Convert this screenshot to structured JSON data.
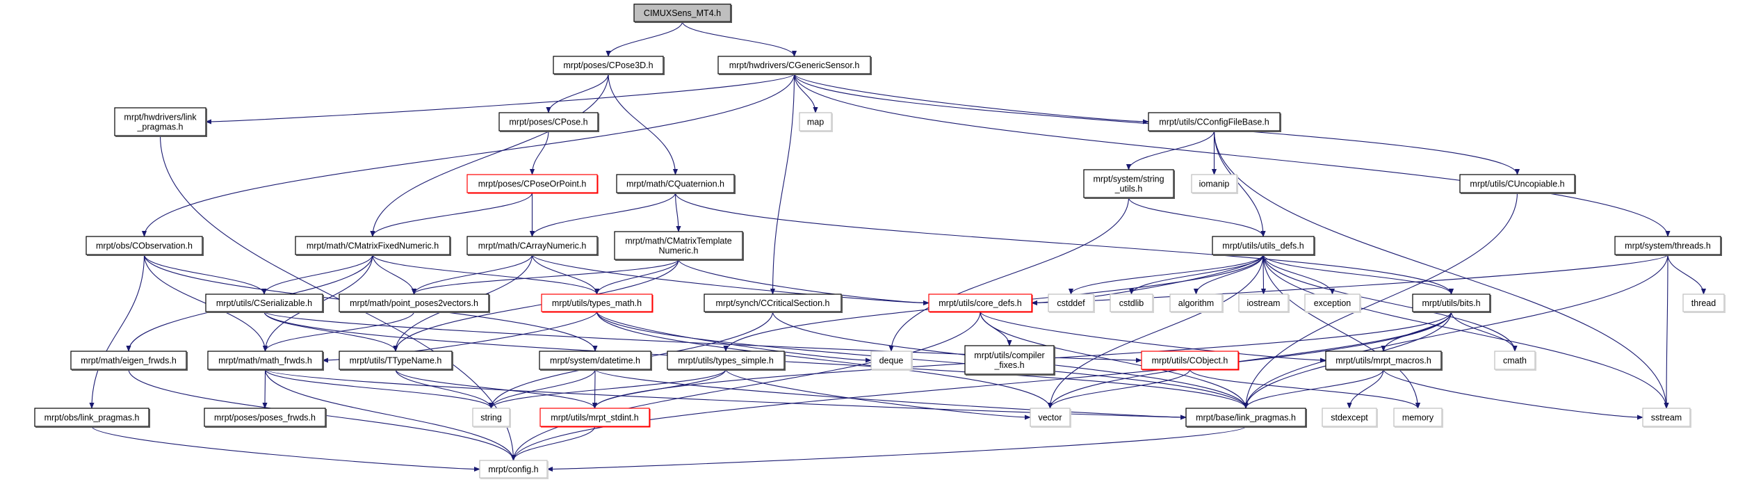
{
  "title": "CIMUXSens_MT4.h",
  "edge_color": "#191970",
  "nodes": [
    {
      "id": "root",
      "lines": [
        "CIMUXSens_MT4.h"
      ],
      "style": "root"
    },
    {
      "id": "cpose3d",
      "lines": [
        "mrpt/poses/CPose3D.h"
      ],
      "style": "normal"
    },
    {
      "id": "cgenericsensor",
      "lines": [
        "mrpt/hwdrivers/CGenericSensor.h"
      ],
      "style": "normal"
    },
    {
      "id": "hw_link_pragmas",
      "lines": [
        "mrpt/hwdrivers/link",
        "_pragmas.h"
      ],
      "style": "normal"
    },
    {
      "id": "cpose",
      "lines": [
        "mrpt/poses/CPose.h"
      ],
      "style": "normal"
    },
    {
      "id": "map",
      "lines": [
        "map"
      ],
      "style": "gray"
    },
    {
      "id": "cconfigfilebase",
      "lines": [
        "mrpt/utils/CConfigFileBase.h"
      ],
      "style": "normal"
    },
    {
      "id": "cposeorpoint",
      "lines": [
        "mrpt/poses/CPoseOrPoint.h"
      ],
      "style": "red"
    },
    {
      "id": "cquaternion",
      "lines": [
        "mrpt/math/CQuaternion.h"
      ],
      "style": "normal"
    },
    {
      "id": "string_utils",
      "lines": [
        "mrpt/system/string",
        "_utils.h"
      ],
      "style": "normal"
    },
    {
      "id": "iomanip",
      "lines": [
        "iomanip"
      ],
      "style": "gray"
    },
    {
      "id": "cuncopiable",
      "lines": [
        "mrpt/utils/CUncopiable.h"
      ],
      "style": "normal"
    },
    {
      "id": "cobservation",
      "lines": [
        "mrpt/obs/CObservation.h"
      ],
      "style": "normal"
    },
    {
      "id": "cmatrixfixednumeric",
      "lines": [
        "mrpt/math/CMatrixFixedNumeric.h"
      ],
      "style": "normal"
    },
    {
      "id": "carraynumeric",
      "lines": [
        "mrpt/math/CArrayNumeric.h"
      ],
      "style": "normal"
    },
    {
      "id": "cmatrixtemplatenumeric",
      "lines": [
        "mrpt/math/CMatrixTemplate",
        "Numeric.h"
      ],
      "style": "normal"
    },
    {
      "id": "utils_defs",
      "lines": [
        "mrpt/utils/utils_defs.h"
      ],
      "style": "normal"
    },
    {
      "id": "threads",
      "lines": [
        "mrpt/system/threads.h"
      ],
      "style": "normal"
    },
    {
      "id": "cserializable",
      "lines": [
        "mrpt/utils/CSerializable.h"
      ],
      "style": "normal"
    },
    {
      "id": "point_poses2vectors",
      "lines": [
        "mrpt/math/point_poses2vectors.h"
      ],
      "style": "normal"
    },
    {
      "id": "types_math",
      "lines": [
        "mrpt/utils/types_math.h"
      ],
      "style": "red"
    },
    {
      "id": "ccriticalsection",
      "lines": [
        "mrpt/synch/CCriticalSection.h"
      ],
      "style": "normal"
    },
    {
      "id": "core_defs",
      "lines": [
        "mrpt/utils/core_defs.h"
      ],
      "style": "red"
    },
    {
      "id": "cstddef",
      "lines": [
        "cstddef"
      ],
      "style": "gray"
    },
    {
      "id": "cstdlib",
      "lines": [
        "cstdlib"
      ],
      "style": "gray"
    },
    {
      "id": "algorithm",
      "lines": [
        "algorithm"
      ],
      "style": "gray"
    },
    {
      "id": "iostream",
      "lines": [
        "iostream"
      ],
      "style": "gray"
    },
    {
      "id": "exception",
      "lines": [
        "exception"
      ],
      "style": "gray"
    },
    {
      "id": "bits",
      "lines": [
        "mrpt/utils/bits.h"
      ],
      "style": "normal"
    },
    {
      "id": "thread",
      "lines": [
        "thread"
      ],
      "style": "gray"
    },
    {
      "id": "eigen_frwds",
      "lines": [
        "mrpt/math/eigen_frwds.h"
      ],
      "style": "normal"
    },
    {
      "id": "math_frwds",
      "lines": [
        "mrpt/math/math_frwds.h"
      ],
      "style": "normal"
    },
    {
      "id": "ttypename",
      "lines": [
        "mrpt/utils/TTypeName.h"
      ],
      "style": "normal"
    },
    {
      "id": "datetime",
      "lines": [
        "mrpt/system/datetime.h"
      ],
      "style": "normal"
    },
    {
      "id": "types_simple",
      "lines": [
        "mrpt/utils/types_simple.h"
      ],
      "style": "normal"
    },
    {
      "id": "deque",
      "lines": [
        "deque"
      ],
      "style": "gray"
    },
    {
      "id": "compiler_fixes",
      "lines": [
        "mrpt/utils/compiler",
        "_fixes.h"
      ],
      "style": "normal"
    },
    {
      "id": "cobject",
      "lines": [
        "mrpt/utils/CObject.h"
      ],
      "style": "red"
    },
    {
      "id": "mrpt_macros",
      "lines": [
        "mrpt/utils/mrpt_macros.h"
      ],
      "style": "normal"
    },
    {
      "id": "cmath",
      "lines": [
        "cmath"
      ],
      "style": "gray"
    },
    {
      "id": "obs_link_pragmas",
      "lines": [
        "mrpt/obs/link_pragmas.h"
      ],
      "style": "normal"
    },
    {
      "id": "poses_frwds",
      "lines": [
        "mrpt/poses/poses_frwds.h"
      ],
      "style": "normal"
    },
    {
      "id": "string",
      "lines": [
        "string"
      ],
      "style": "gray"
    },
    {
      "id": "mrpt_stdint",
      "lines": [
        "mrpt/utils/mrpt_stdint.h"
      ],
      "style": "red"
    },
    {
      "id": "vector",
      "lines": [
        "vector"
      ],
      "style": "gray"
    },
    {
      "id": "base_link_pragmas",
      "lines": [
        "mrpt/base/link_pragmas.h"
      ],
      "style": "normal"
    },
    {
      "id": "stdexcept",
      "lines": [
        "stdexcept"
      ],
      "style": "gray"
    },
    {
      "id": "memory",
      "lines": [
        "memory"
      ],
      "style": "gray"
    },
    {
      "id": "sstream",
      "lines": [
        "sstream"
      ],
      "style": "gray"
    },
    {
      "id": "config",
      "lines": [
        "mrpt/config.h"
      ],
      "style": "gray"
    }
  ],
  "edges": [
    [
      "root",
      "cpose3d"
    ],
    [
      "root",
      "cgenericsensor"
    ],
    [
      "cpose3d",
      "cpose"
    ],
    [
      "cpose3d",
      "cquaternion"
    ],
    [
      "cpose3d",
      "cmatrixfixednumeric"
    ],
    [
      "cgenericsensor",
      "hw_link_pragmas"
    ],
    [
      "cgenericsensor",
      "cobservation"
    ],
    [
      "cgenericsensor",
      "map"
    ],
    [
      "cgenericsensor",
      "cconfigfilebase"
    ],
    [
      "cgenericsensor",
      "cuncopiable"
    ],
    [
      "cgenericsensor",
      "threads"
    ],
    [
      "cgenericsensor",
      "ccriticalsection"
    ],
    [
      "hw_link_pragmas",
      "config"
    ],
    [
      "cpose",
      "cposeorpoint"
    ],
    [
      "cposeorpoint",
      "cmatrixfixednumeric"
    ],
    [
      "cposeorpoint",
      "carraynumeric"
    ],
    [
      "cquaternion",
      "carraynumeric"
    ],
    [
      "cquaternion",
      "cmatrixtemplatenumeric"
    ],
    [
      "cquaternion",
      "bits"
    ],
    [
      "cconfigfilebase",
      "string_utils"
    ],
    [
      "cconfigfilebase",
      "iomanip"
    ],
    [
      "cconfigfilebase",
      "utils_defs"
    ],
    [
      "cconfigfilebase",
      "sstream"
    ],
    [
      "string_utils",
      "utils_defs"
    ],
    [
      "string_utils",
      "deque"
    ],
    [
      "cuncopiable",
      "base_link_pragmas"
    ],
    [
      "cobservation",
      "cserializable"
    ],
    [
      "cobservation",
      "math_frwds"
    ],
    [
      "cobservation",
      "obs_link_pragmas"
    ],
    [
      "cobservation",
      "datetime"
    ],
    [
      "cmatrixfixednumeric",
      "cserializable"
    ],
    [
      "cmatrixfixednumeric",
      "point_poses2vectors"
    ],
    [
      "cmatrixfixednumeric",
      "types_math"
    ],
    [
      "cmatrixfixednumeric",
      "math_frwds"
    ],
    [
      "cmatrixfixednumeric",
      "eigen_frwds"
    ],
    [
      "carraynumeric",
      "point_poses2vectors"
    ],
    [
      "carraynumeric",
      "types_math"
    ],
    [
      "carraynumeric",
      "ttypename"
    ],
    [
      "carraynumeric",
      "core_defs"
    ],
    [
      "cmatrixtemplatenumeric",
      "point_poses2vectors"
    ],
    [
      "cmatrixtemplatenumeric",
      "types_math"
    ],
    [
      "cmatrixtemplatenumeric",
      "core_defs"
    ],
    [
      "cmatrixtemplatenumeric",
      "ttypename"
    ],
    [
      "utils_defs",
      "core_defs"
    ],
    [
      "utils_defs",
      "cstddef"
    ],
    [
      "utils_defs",
      "cstdlib"
    ],
    [
      "utils_defs",
      "algorithm"
    ],
    [
      "utils_defs",
      "iostream"
    ],
    [
      "utils_defs",
      "exception"
    ],
    [
      "utils_defs",
      "bits"
    ],
    [
      "utils_defs",
      "cmath"
    ],
    [
      "utils_defs",
      "sstream"
    ],
    [
      "utils_defs",
      "types_simple"
    ],
    [
      "utils_defs",
      "vector"
    ],
    [
      "utils_defs",
      "memory"
    ],
    [
      "threads",
      "core_defs"
    ],
    [
      "threads",
      "thread"
    ],
    [
      "threads",
      "base_link_pragmas"
    ],
    [
      "threads",
      "sstream"
    ],
    [
      "cserializable",
      "ttypename"
    ],
    [
      "cserializable",
      "cobject"
    ],
    [
      "cserializable",
      "base_link_pragmas"
    ],
    [
      "point_poses2vectors",
      "math_frwds"
    ],
    [
      "types_math",
      "math_frwds"
    ],
    [
      "types_math",
      "deque"
    ],
    [
      "types_math",
      "vector"
    ],
    [
      "types_math",
      "base_link_pragmas"
    ],
    [
      "ccriticalsection",
      "base_link_pragmas"
    ],
    [
      "ccriticalsection",
      "string"
    ],
    [
      "core_defs",
      "config"
    ],
    [
      "core_defs",
      "compiler_fixes"
    ],
    [
      "core_defs",
      "mrpt_macros"
    ],
    [
      "core_defs",
      "base_link_pragmas"
    ],
    [
      "bits",
      "mrpt_macros"
    ],
    [
      "bits",
      "cmath"
    ],
    [
      "bits",
      "base_link_pragmas"
    ],
    [
      "bits",
      "mrpt_stdint"
    ],
    [
      "bits",
      "config"
    ],
    [
      "bits",
      "vector"
    ],
    [
      "eigen_frwds",
      "config"
    ],
    [
      "math_frwds",
      "poses_frwds"
    ],
    [
      "math_frwds",
      "string"
    ],
    [
      "math_frwds",
      "config"
    ],
    [
      "math_frwds",
      "base_link_pragmas"
    ],
    [
      "ttypename",
      "string"
    ],
    [
      "ttypename",
      "mrpt_stdint"
    ],
    [
      "datetime",
      "string"
    ],
    [
      "datetime",
      "mrpt_stdint"
    ],
    [
      "datetime",
      "base_link_pragmas"
    ],
    [
      "types_simple",
      "string"
    ],
    [
      "types_simple",
      "mrpt_stdint"
    ],
    [
      "types_simple",
      "vector"
    ],
    [
      "cobject",
      "vector"
    ],
    [
      "cobject",
      "memory"
    ],
    [
      "mrpt_macros",
      "base_link_pragmas"
    ],
    [
      "mrpt_macros",
      "stdexcept"
    ],
    [
      "mrpt_macros",
      "sstream"
    ],
    [
      "obs_link_pragmas",
      "config"
    ],
    [
      "mrpt_stdint",
      "config"
    ],
    [
      "base_link_pragmas",
      "config"
    ]
  ]
}
